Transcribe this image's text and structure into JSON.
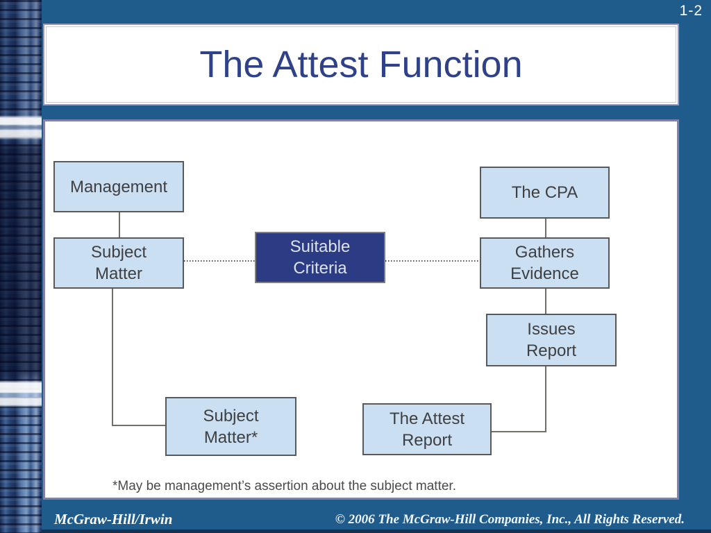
{
  "slide": {
    "number": "1-2",
    "title": "The Attest Function",
    "footnote": "*May be management’s assertion about the subject matter.",
    "footer": {
      "left": "McGraw-Hill/Irwin",
      "right": "© 2006 The McGraw-Hill Companies, Inc., All Rights Reserved."
    }
  },
  "diagram": {
    "boxes": [
      {
        "id": "management",
        "label": "Management",
        "style": "light"
      },
      {
        "id": "subject-matter",
        "label": "Subject\nMatter",
        "style": "light"
      },
      {
        "id": "suitable-criteria",
        "label": "Suitable\nCriteria",
        "style": "dark"
      },
      {
        "id": "the-cpa",
        "label": "The CPA",
        "style": "light"
      },
      {
        "id": "gathers-evidence",
        "label": "Gathers\nEvidence",
        "style": "light"
      },
      {
        "id": "issues-report",
        "label": "Issues\nReport",
        "style": "light"
      },
      {
        "id": "subject-matter-2",
        "label": "Subject\nMatter*",
        "style": "light"
      },
      {
        "id": "the-attest-report",
        "label": "The Attest\nReport",
        "style": "light"
      }
    ],
    "connections": [
      "management -> subject-matter (solid)",
      "the-cpa -> gathers-evidence (solid)",
      "gathers-evidence -> issues-report (solid)",
      "issues-report -> the-attest-report (solid elbow)",
      "subject-matter -> subject-matter-2 (solid elbow)",
      "subject-matter -- suitable-criteria (dotted)",
      "suitable-criteria -- gathers-evidence (dotted)"
    ]
  },
  "colors": {
    "background_blue": "#1f5c8c",
    "panel_border": "#8181a9",
    "title_text": "#2e4189",
    "node_fill": "#cbdff2",
    "node_border": "#58585a",
    "node_text": "#3f3f41",
    "dark_node_fill": "#2b3c84",
    "dark_node_text": "#dde2ec",
    "connector": "#6f6f65",
    "footer_text": "#ffffff"
  }
}
